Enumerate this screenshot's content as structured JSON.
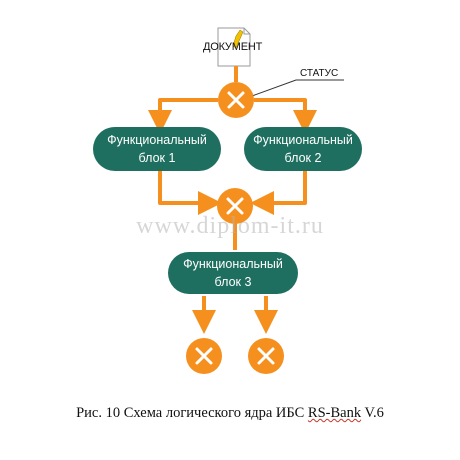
{
  "diagram": {
    "document_label": "ДОКУМЕНТ",
    "status_label": "СТАТУС",
    "blocks": [
      {
        "line1": "Функциональный",
        "line2": "блок 1"
      },
      {
        "line1": "Функциональный",
        "line2": "блок 2"
      },
      {
        "line1": "Функциональный",
        "line2": "блок 3"
      }
    ]
  },
  "watermark": "www.diplom-it.ru",
  "caption": {
    "prefix": "Рис. 10 Схема логического ядра ИБС ",
    "underlined": "RS-Bank",
    "suffix": " V.6"
  },
  "colors": {
    "orange": "#f5901e",
    "green": "#1e6f60"
  }
}
